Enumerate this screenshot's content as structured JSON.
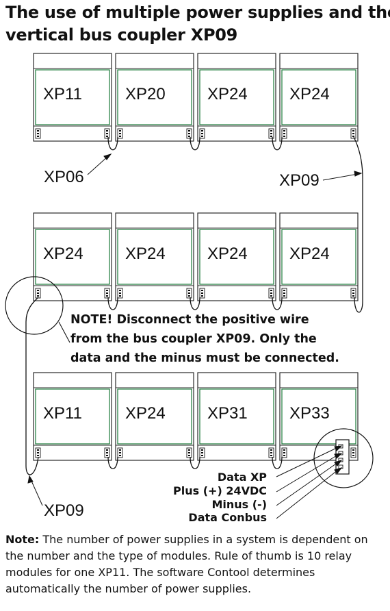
{
  "title": {
    "line1": "The use of multiple power supplies and the",
    "line2": "vertical bus coupler XP09"
  },
  "rows": [
    {
      "modules": [
        "XP11",
        "XP20",
        "XP24",
        "XP24"
      ]
    },
    {
      "modules": [
        "XP24",
        "XP24",
        "XP24",
        "XP24"
      ]
    },
    {
      "modules": [
        "XP11",
        "XP24",
        "XP31",
        "XP33"
      ]
    }
  ],
  "callouts": {
    "xp06": "XP06",
    "xp09_right": "XP09",
    "xp09_bottom": "XP09"
  },
  "note": {
    "line1": "NOTE! Disconnect the positive wire",
    "line2": "from the bus coupler XP09. Only the",
    "line3": "data and the minus must be connected."
  },
  "connector_labels": {
    "data_xp": "Data XP",
    "plus": "Plus (+) 24VDC",
    "minus": "Minus (-)",
    "data_conbus": "Data Conbus"
  },
  "footer": {
    "label": "Note:",
    "text": " The number of power supplies in a system is dependent on the number and the type of modules. Rule of thumb is 10 relay modules for one XP11.  The software Contool determines automatically the number of power supplies."
  },
  "colors": {
    "module_border": "#2a2a2a",
    "module_inner": "#1a7a3a",
    "line": "#111111"
  }
}
